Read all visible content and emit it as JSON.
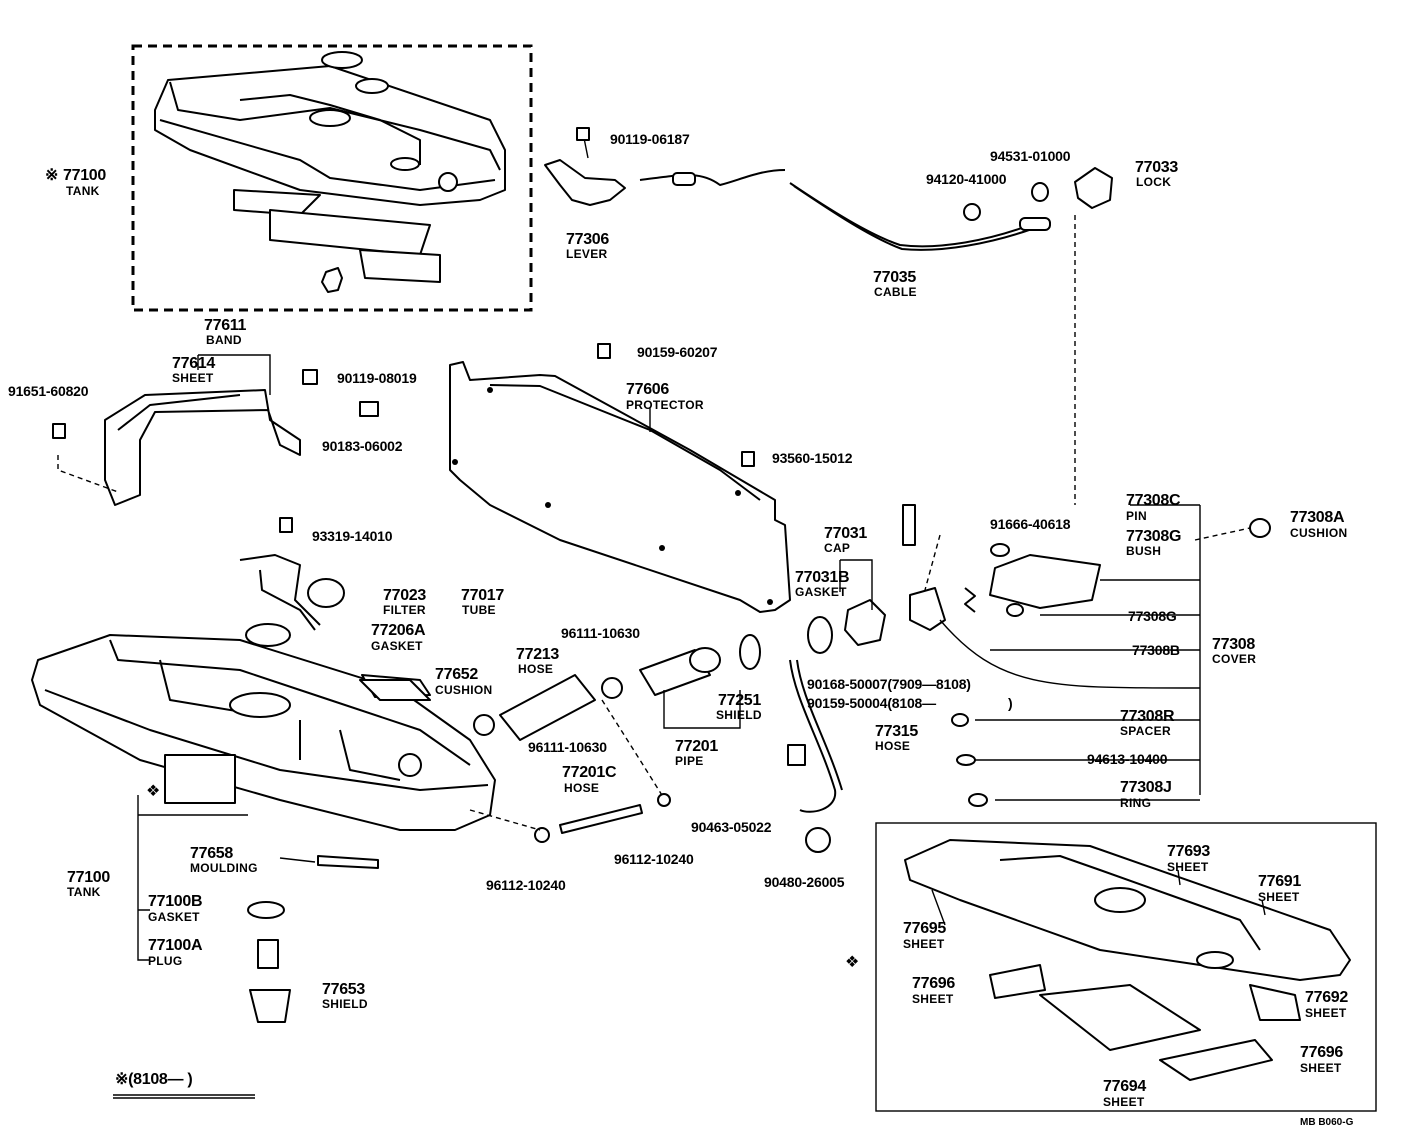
{
  "labels": {
    "tank_upper": {
      "star": "※",
      "pn": "77100",
      "name": "TANK"
    },
    "p90119_06187": "90119-06187",
    "p77306": {
      "pn": "77306",
      "name": "LEVER"
    },
    "p94531": "94531-01000",
    "p94120": "94120-41000",
    "p77033": {
      "pn": "77033",
      "name": "LOCK"
    },
    "p77035": {
      "pn": "77035",
      "name": "CABLE"
    },
    "p77611": {
      "pn": "77611",
      "name": "BAND"
    },
    "p77614": {
      "pn": "77614",
      "name": "SHEET"
    },
    "p91651": "91651-60820",
    "p90119_08019": "90119-08019",
    "p90183": "90183-06002",
    "p90159_60207": "90159-60207",
    "p77606": {
      "pn": "77606",
      "name": "PROTECTOR"
    },
    "p93560": "93560-15012",
    "p93319": "93319-14010",
    "p77023": {
      "pn": "77023",
      "name": "FILTER"
    },
    "p77017": {
      "pn": "77017",
      "name": "TUBE"
    },
    "p77206A": {
      "pn": "77206A",
      "name": "GASKET"
    },
    "p77652": {
      "pn": "77652",
      "name": "CUSHION"
    },
    "p96111_top": "96111-10630",
    "p77213": {
      "pn": "77213",
      "name": "HOSE"
    },
    "p96111_bot": "96111-10630",
    "p77201": {
      "pn": "77201",
      "name": "PIPE"
    },
    "p77251": {
      "pn": "77251",
      "name": "SHIELD"
    },
    "p77031": {
      "pn": "77031",
      "name": "CAP"
    },
    "p77031B": {
      "pn": "77031B",
      "name": "GASKET"
    },
    "p90168": "90168-50007(7909—8108)",
    "p90159_50004": "90159-50004(8108—",
    "p90159_close": ")",
    "p77315": {
      "pn": "77315",
      "name": "HOSE"
    },
    "p77201C": {
      "pn": "77201C",
      "name": "HOSE"
    },
    "p90463": "90463-05022",
    "p96112_left": "96112-10240",
    "p96112_right": "96112-10240",
    "p90480": "90480-26005",
    "p77308C": {
      "pn": "77308C",
      "name": "PIN"
    },
    "p91666": "91666-40618",
    "p77308A": {
      "pn": "77308A",
      "name": "CUSHION"
    },
    "p77308G_bush": {
      "pn": "77308G",
      "name": "BUSH"
    },
    "p77308G": "77308G",
    "p77308B": "77308B",
    "p77308": {
      "pn": "77308",
      "name": "COVER"
    },
    "p77308R": {
      "pn": "77308R",
      "name": "SPACER"
    },
    "p94613": "94613-10400",
    "p77308J": {
      "pn": "77308J",
      "name": "RING"
    },
    "p77100_lower": {
      "pn": "77100",
      "name": "TANK"
    },
    "p77658": {
      "pn": "77658",
      "name": "MOULDING"
    },
    "p77100B": {
      "pn": "77100B",
      "name": "GASKET"
    },
    "p77100A": {
      "pn": "77100A",
      "name": "PLUG"
    },
    "p77653": {
      "pn": "77653",
      "name": "SHIELD"
    },
    "footnote": "※(8108—          )",
    "p77693": {
      "pn": "77693",
      "name": "SHEET"
    },
    "p77691": {
      "pn": "77691",
      "name": "SHEET"
    },
    "p77695": {
      "pn": "77695",
      "name": "SHEET"
    },
    "p77696_left": {
      "pn": "77696",
      "name": "SHEET"
    },
    "p77692": {
      "pn": "77692",
      "name": "SHEET"
    },
    "p77696_right": {
      "pn": "77696",
      "name": "SHEET"
    },
    "p77694": {
      "pn": "77694",
      "name": "SHEET"
    },
    "code": "MB  B060-G"
  },
  "symbols": {
    "star": "※",
    "diamond": "❖"
  }
}
